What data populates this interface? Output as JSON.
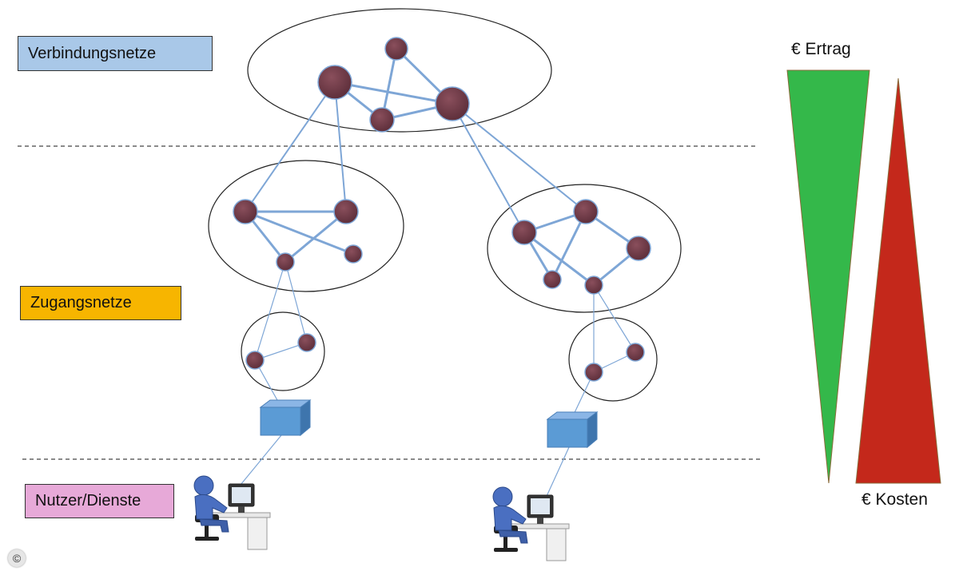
{
  "labels": {
    "verbindungsnetze": "Verbindungsnetze",
    "zugangsnetze": "Zugangsnetze",
    "nutzer_dienste": "Nutzer/Dienste"
  },
  "scale": {
    "ertrag": "€ Ertrag",
    "kosten": "€ Kosten"
  },
  "copyright_symbol": "©",
  "colors": {
    "verbindungsnetze_bg": "#a9c8e8",
    "zugangsnetze_bg": "#f7b500",
    "nutzer_dienste_bg": "#e7a9d8",
    "node_fill": "#6e3b47",
    "node_stroke": "#7ea6d6",
    "link": "#7ea6d6",
    "ertrag_green": "#34b84a",
    "kosten_red": "#c4281b",
    "device_box": "#5b9bd5",
    "user_figure": "#4a6fc1"
  }
}
